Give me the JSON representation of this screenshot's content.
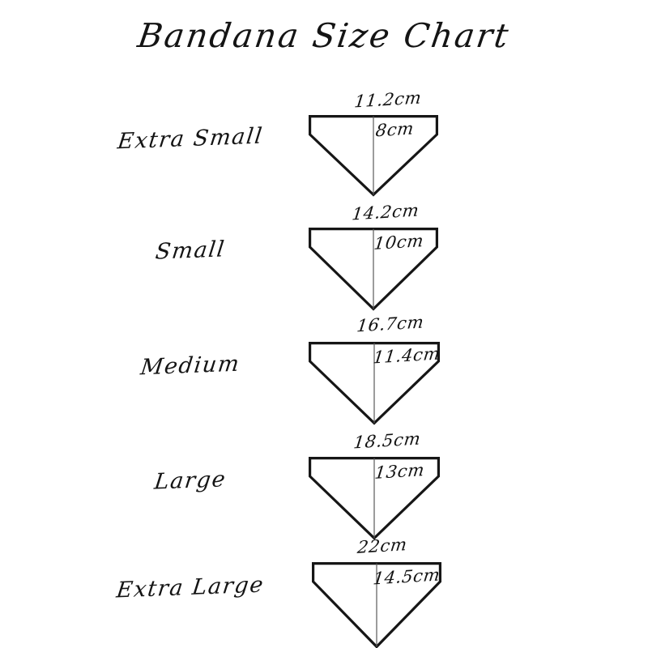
{
  "page": {
    "title": "Bandana Size Chart",
    "background_color": "#ffffff",
    "ink_color": "#161616"
  },
  "chart_data": {
    "type": "table",
    "title": "Bandana Size Chart",
    "xlabel": "",
    "ylabel": "",
    "columns": [
      "Size",
      "Width",
      "Height"
    ],
    "categories": [
      "Extra Small",
      "Small",
      "Medium",
      "Large",
      "Extra Large"
    ],
    "units": "cm",
    "series": [
      {
        "name": "Width",
        "values": [
          11.2,
          14.2,
          16.7,
          18.5,
          22
        ]
      },
      {
        "name": "Height",
        "values": [
          8,
          10,
          11.4,
          13,
          14.5
        ]
      }
    ],
    "rows": [
      {
        "size": "Extra Small",
        "width": 11.2,
        "height": 8
      },
      {
        "size": "Small",
        "width": 14.2,
        "height": 10
      },
      {
        "size": "Medium",
        "width": 16.7,
        "height": 11.4
      },
      {
        "size": "Large",
        "width": 18.5,
        "height": 13
      },
      {
        "size": "Extra Large",
        "width": 22,
        "height": 14.5
      }
    ]
  },
  "rows": [
    {
      "size_label": "Extra Small",
      "width_label": "11.2cm",
      "height_label": "8cm"
    },
    {
      "size_label": "Small",
      "width_label": "14.2cm",
      "height_label": "10cm"
    },
    {
      "size_label": "Medium",
      "width_label": "16.7cm",
      "height_label": "11.4cm"
    },
    {
      "size_label": "Large",
      "width_label": "18.5cm",
      "height_label": "13cm"
    },
    {
      "size_label": "Extra Large",
      "width_label": "22cm",
      "height_label": "14.5cm"
    }
  ]
}
